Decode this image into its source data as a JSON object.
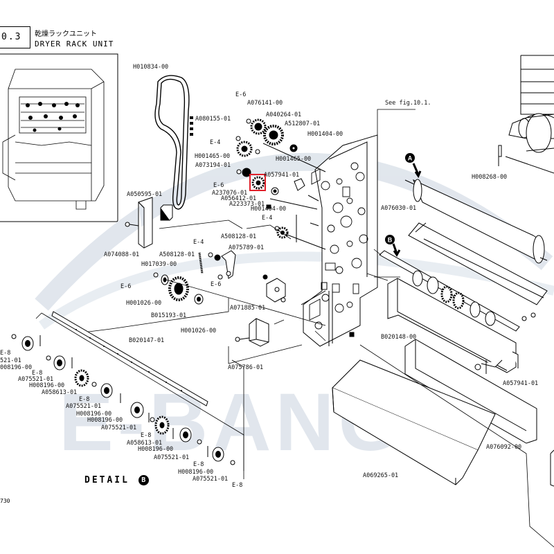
{
  "header": {
    "fig_no": "0.3",
    "title_jp": "乾燥ラックユニット",
    "title_en": "DRYER RACK UNIT"
  },
  "see_fig": "See fig.10.1.",
  "detail_label": "DETAIL",
  "detail_badge": "B",
  "callout_a": "A",
  "callout_b": "B",
  "page_code": "730",
  "watermark": "E-BANG",
  "colors": {
    "line": "#000000",
    "highlight": "#e0202a",
    "watermark": "#c9d3df"
  },
  "labels": {
    "H010834_00": "H010834-00",
    "E6_a": "E-6",
    "A076141_00": "A076141-00",
    "A080155_01": "A080155-01",
    "A040264_01": "A040264-01",
    "A512807_01": "A512807-01",
    "E4_a": "E-4",
    "H001404_00_a": "H001404-00",
    "H001465_00_a": "H001465-00",
    "H001465_00_b": "H001465-00",
    "A073194_01": "A073194-01",
    "A057941_01_a": "A057941-01",
    "E6_b": "E-6",
    "A237076_01": "A237076-01",
    "A056412_01": "A056412-01",
    "A223373_01": "A223373-01",
    "H001404_00_b": "H001404-00",
    "A050595_01": "A050595-01",
    "E4_b": "E-4",
    "A508128_01_a": "A508128-01",
    "A074088_01": "A074088-01",
    "A508128_01_b": "A508128-01",
    "E4_c": "E-4",
    "A075789_01": "A075789-01",
    "H017039_00": "H017039-00",
    "E6_c": "E-6",
    "E6_d": "E-6",
    "H001026_00_a": "H001026-00",
    "A071885_01": "A071885-01",
    "B015193_01": "B015193-01",
    "H001026_00_b": "H001026-00",
    "A075786_01": "A075786-01",
    "H008268_00": "H008268-00",
    "A076030_01": "A076030-01",
    "B020148_00": "B020148-00",
    "A057941_01_b": "A057941-01",
    "A076092_00": "A076092-00",
    "A069265_01": "A069265-01",
    "B020147_01": "B020147-01",
    "E8_a": "E-8",
    "r521_01": "521-01",
    "H008196_00_a": "008196-00",
    "E8_b": "E-8",
    "A075521_01_a": "A075521-01",
    "H008196_00_b": "H008196-00",
    "A058613_01_a": "A058613-01",
    "E8_c": "E-8",
    "A075521_01_b": "A075521-01",
    "H008196_00_c": "H008196-00",
    "H008196_00_d": "H008196-00",
    "A075521_01_c": "A075521-01",
    "E8_d": "E-8",
    "A058613_01_b": "A058613-01",
    "H008196_00_e": "H008196-00",
    "A075521_01_d": "A075521-01",
    "E8_e": "E-8",
    "H008196_00_f": "H008196-00",
    "A075521_01_e": "A075521-01",
    "E8_f": "E-8"
  }
}
